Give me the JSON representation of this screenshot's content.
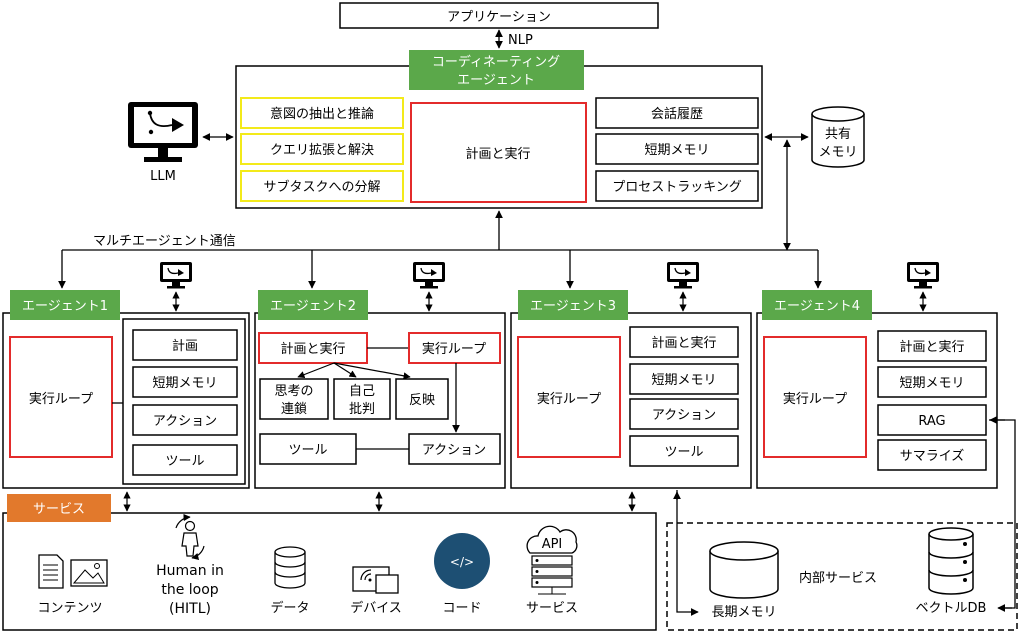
{
  "top": {
    "app": "アプリケーション",
    "nlp": "NLP"
  },
  "coordinator": {
    "title_line1": "コーディネーティング",
    "title_line2": "エージェント",
    "left_items": [
      "意図の抽出と推論",
      "クエリ拡張と解決",
      "サブタスクへの分解"
    ],
    "center": "計画と実行",
    "right_items": [
      "会話履歴",
      "短期メモリ",
      "プロセストラッキング"
    ]
  },
  "llm_label": "LLM",
  "shared_memory": {
    "line1": "共有",
    "line2": "メモリ"
  },
  "multi_agent_comm": "マルチエージェント通信",
  "agent1": {
    "title": "エージェント1",
    "loop": "実行ループ",
    "items": [
      "計画",
      "短期メモリ",
      "アクション",
      "ツール"
    ]
  },
  "agent2": {
    "title": "エージェント2",
    "plan": "計画と実行",
    "loop": "実行ループ",
    "cot_line1": "思考の",
    "cot_line2": "連鎖",
    "self_line1": "自己",
    "self_line2": "批判",
    "reflect": "反映",
    "tool": "ツール",
    "action": "アクション"
  },
  "agent3": {
    "title": "エージェント3",
    "loop": "実行ループ",
    "items": [
      "計画と実行",
      "短期メモリ",
      "アクション",
      "ツール"
    ]
  },
  "agent4": {
    "title": "エージェント4",
    "loop": "実行ループ",
    "items": [
      "計画と実行",
      "短期メモリ",
      "RAG",
      "サマライズ"
    ]
  },
  "services": {
    "title": "サービス",
    "items": [
      "コンテンツ",
      "Human in",
      "the loop",
      "(HITL)",
      "データ",
      "デバイス",
      "コード",
      "サービス"
    ],
    "api": "API",
    "code_glyph": "</>"
  },
  "internal": {
    "label": "内部サービス",
    "long_memory": "長期メモリ",
    "vector_db": "ベクトルDB"
  },
  "colors": {
    "green": "#5ba84a",
    "orange": "#e2792c",
    "red": "#e32b2b",
    "yellow": "#f3ea1a",
    "navy": "#1d4f73"
  }
}
